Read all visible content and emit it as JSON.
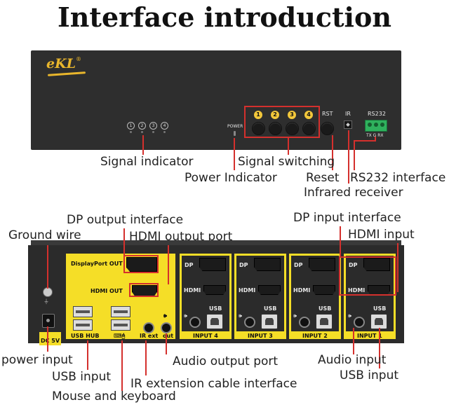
{
  "title": "Interface introduction",
  "brand": "eKL",
  "brand_mark": "®",
  "colors": {
    "callout": "#d4302d",
    "panel": "#2e2e2e",
    "highlight": "#f5de27",
    "button_number": "#f2c73b",
    "rs232_terminal": "#2fb15d"
  },
  "front": {
    "indicator_numbers": [
      "1",
      "2",
      "3",
      "4"
    ],
    "power_text": "POWER",
    "switch_numbers": [
      "1",
      "2",
      "3",
      "4"
    ],
    "rst_text": "RST",
    "ir_text": "IR",
    "rs232_text": "RS232",
    "rs232_pins": "TX  G  RX"
  },
  "front_labels": {
    "signal_indicator": "Signal indicator",
    "signal_switching": "Signal switching",
    "power_indicator": "Power Indicator",
    "reset": "Reset",
    "rs232_interface": "RS232 interface",
    "infrared_receiver": "Infrared receiver"
  },
  "back": {
    "displayport_out": "DisplayPort OUT",
    "hdmi_out": "HDMI OUT",
    "usb_hub": "USB HUB",
    "keyboard_mouse_icon": "⌨🖰",
    "ir_ext": "IR ext",
    "out": "out",
    "dc": "DC 5V",
    "inputs": [
      {
        "dp": "DP",
        "hdmi": "HDMI",
        "usb": "USB",
        "label": "INPUT 4"
      },
      {
        "dp": "DP",
        "hdmi": "HDMI",
        "usb": "USB",
        "label": "INPUT 3"
      },
      {
        "dp": "DP",
        "hdmi": "HDMI",
        "usb": "USB",
        "label": "INPUT 2"
      },
      {
        "dp": "DP",
        "hdmi": "HDMI",
        "usb": "USB",
        "label": "INPUT 1"
      }
    ]
  },
  "back_labels": {
    "dp_output_interface": "DP output interface",
    "ground_wire": "Ground wire",
    "hdmi_output_port": "HDMI output port",
    "dp_input_interface": "DP input interface",
    "hdmi_input": "HDMI input",
    "power_input": "power input",
    "usb_input_left": "USB input",
    "mouse_and_keyboard": "Mouse and keyboard",
    "audio_output_port": "Audio output port",
    "ir_extension": "IR extension cable interface",
    "audio_input": "Audio input",
    "usb_input_right": "USB input"
  }
}
